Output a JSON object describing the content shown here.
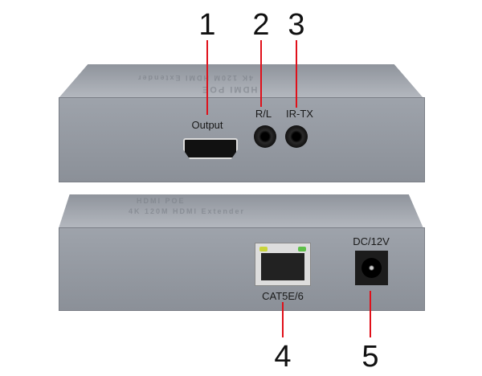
{
  "callouts": [
    {
      "number": "1",
      "label": "Output"
    },
    {
      "number": "2",
      "label": "R/L"
    },
    {
      "number": "3",
      "label": "IR-TX"
    },
    {
      "number": "4",
      "label": "CAT5E/6"
    },
    {
      "number": "5",
      "label": "DC/12V"
    }
  ],
  "device_text": {
    "brand": "HDMI POE",
    "model": "4K 120M HDMI Extender"
  },
  "colors": {
    "callout_line": "#e0101a",
    "body": "#959aa2"
  }
}
